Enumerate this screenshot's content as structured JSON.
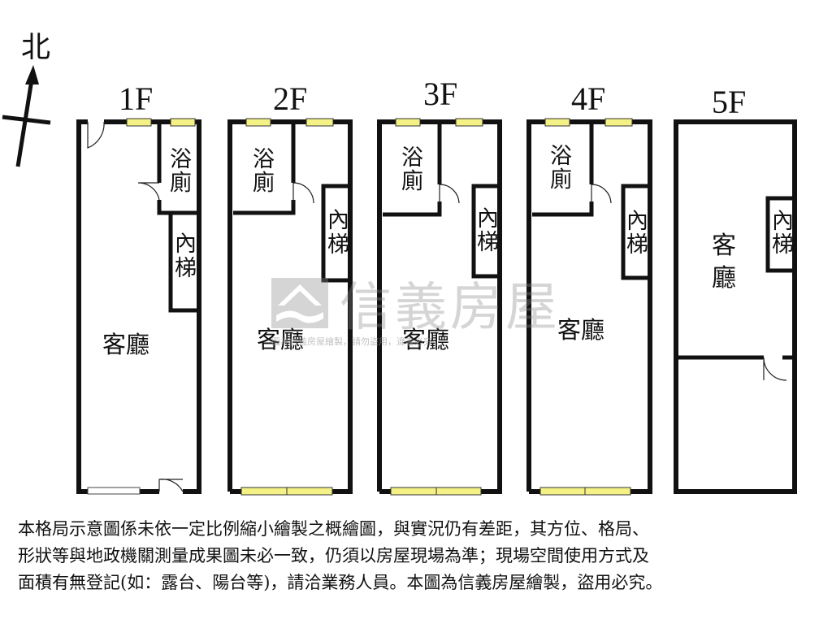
{
  "compass": {
    "label": "北",
    "icon": "north-arrow-icon"
  },
  "floors": [
    {
      "id": "1f",
      "label": "1F",
      "rooms": {
        "bath": [
          "浴",
          "廁"
        ],
        "stair": [
          "內",
          "梯"
        ],
        "living": "客廳"
      }
    },
    {
      "id": "2f",
      "label": "2F",
      "rooms": {
        "bath": [
          "浴",
          "廁"
        ],
        "stair": [
          "內",
          "梯"
        ],
        "living": "客廳"
      }
    },
    {
      "id": "3f",
      "label": "3F",
      "rooms": {
        "bath": [
          "浴",
          "廁"
        ],
        "stair": [
          "內",
          "梯"
        ],
        "living": "客廳"
      }
    },
    {
      "id": "4f",
      "label": "4F",
      "rooms": {
        "bath": [
          "浴",
          "廁"
        ],
        "stair": [
          "內",
          "梯"
        ],
        "living": "客廳"
      }
    },
    {
      "id": "5f",
      "label": "5F",
      "rooms": {
        "stair": [
          "內",
          "梯"
        ],
        "living": [
          "客",
          "廳"
        ]
      }
    }
  ],
  "watermark": {
    "brand": "信義房屋",
    "note": "圖為信義房屋繪製，請勿盜用，違者必究"
  },
  "disclaimer": [
    "本格局示意圖係未依一定比例縮小繪製之概繪圖，與實況仍有差距，其方位、格局、",
    "形狀等與地政機關測量成果圖未必一致，仍須以房屋現場為準；現場空間使用方式及",
    "面積有無登記(如：露台、陽台等)，請洽業務人員。本圖為信義房屋繪製，盜用必究。"
  ],
  "colors": {
    "window_glass": "#f4f186",
    "wall": "#111111",
    "watermark": "#8a8a8a"
  }
}
